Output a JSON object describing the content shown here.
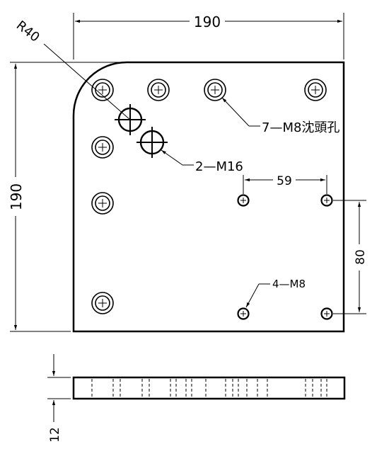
{
  "dimensions": {
    "top_width": "190",
    "left_height": "190",
    "corner_radius": "R40",
    "hole_spacing_x": "59",
    "hole_spacing_y": "80",
    "thickness": "12"
  },
  "callouts": {
    "counterbore_holes": "7—M8沈頭孔",
    "large_holes": "2—M16",
    "tapped_holes": "4—M8"
  }
}
